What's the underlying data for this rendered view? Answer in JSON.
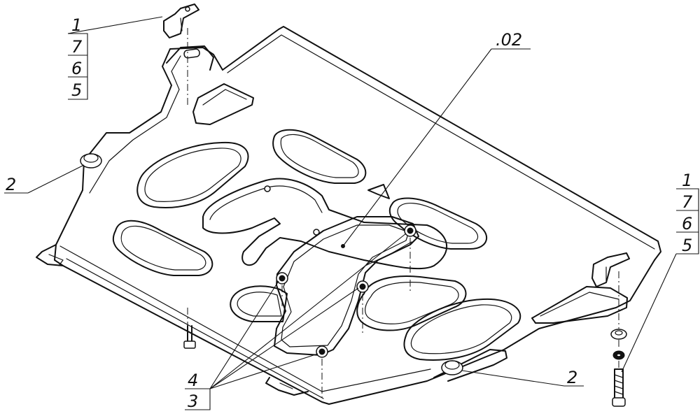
{
  "callouts": {
    "top_left_stack": [
      "1",
      "7",
      "6",
      "5"
    ],
    "right_stack": [
      "1",
      "7",
      "6",
      "5"
    ],
    "label_02": ".02",
    "label_2_left": "2",
    "label_2_right": "2",
    "bottom_stack": [
      "4",
      "3"
    ]
  },
  "colors": {
    "line": "#111111",
    "background": "#ffffff"
  }
}
